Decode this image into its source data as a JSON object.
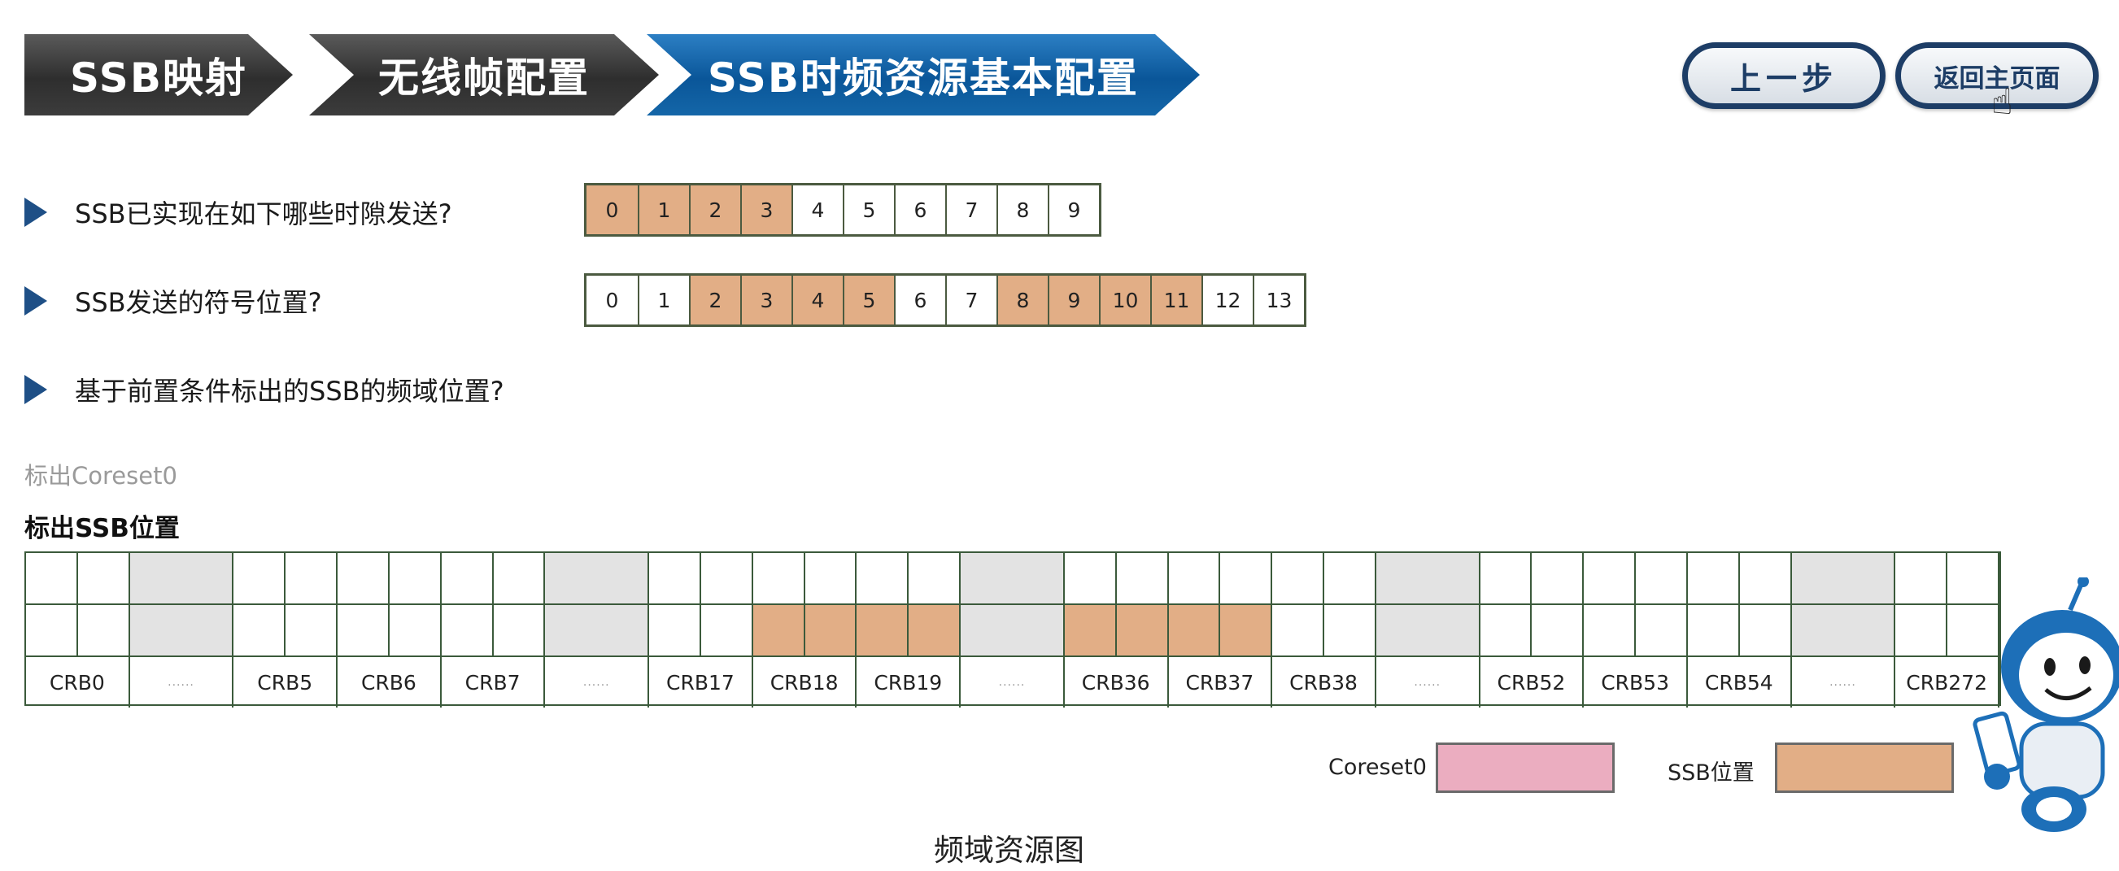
{
  "steps": [
    {
      "label": "SSB映射",
      "state": "done"
    },
    {
      "label": "无线帧配置",
      "state": "done"
    },
    {
      "label": "SSB时频资源基本配置",
      "state": "active"
    }
  ],
  "buttons": {
    "prev": "上一步",
    "home": "返回主页面"
  },
  "questions": {
    "q1": "SSB已实现在如下哪些时隙发送?",
    "q2": "SSB发送的符号位置?",
    "q3": "基于前置条件标出的SSB的频域位置?"
  },
  "slots": [
    {
      "label": "0",
      "selected": true
    },
    {
      "label": "1",
      "selected": true
    },
    {
      "label": "2",
      "selected": true
    },
    {
      "label": "3",
      "selected": true
    },
    {
      "label": "4",
      "selected": false
    },
    {
      "label": "5",
      "selected": false
    },
    {
      "label": "6",
      "selected": false
    },
    {
      "label": "7",
      "selected": false
    },
    {
      "label": "8",
      "selected": false
    },
    {
      "label": "9",
      "selected": false
    }
  ],
  "symbols": [
    {
      "label": "0",
      "selected": false
    },
    {
      "label": "1",
      "selected": false
    },
    {
      "label": "2",
      "selected": true
    },
    {
      "label": "3",
      "selected": true
    },
    {
      "label": "4",
      "selected": true
    },
    {
      "label": "5",
      "selected": true
    },
    {
      "label": "6",
      "selected": false
    },
    {
      "label": "7",
      "selected": false
    },
    {
      "label": "8",
      "selected": true
    },
    {
      "label": "9",
      "selected": true
    },
    {
      "label": "10",
      "selected": true
    },
    {
      "label": "11",
      "selected": true
    },
    {
      "label": "12",
      "selected": false
    },
    {
      "label": "13",
      "selected": false
    }
  ],
  "labels": {
    "coreset": "标出Coreset0",
    "ssb": "标出SSB位置"
  },
  "grid": {
    "blocks": [
      {
        "label": "CRB0",
        "type": "normal",
        "ssb": false
      },
      {
        "label": "......",
        "type": "gap",
        "ssb": false
      },
      {
        "label": "CRB5",
        "type": "normal",
        "ssb": false
      },
      {
        "label": "CRB6",
        "type": "normal",
        "ssb": false
      },
      {
        "label": "CRB7",
        "type": "normal",
        "ssb": false
      },
      {
        "label": "......",
        "type": "gap",
        "ssb": false
      },
      {
        "label": "CRB17",
        "type": "normal",
        "ssb": false
      },
      {
        "label": "CRB18",
        "type": "normal",
        "ssb": true
      },
      {
        "label": "CRB19",
        "type": "normal",
        "ssb": true
      },
      {
        "label": "......",
        "type": "gap",
        "ssb": false
      },
      {
        "label": "CRB36",
        "type": "normal",
        "ssb": true
      },
      {
        "label": "CRB37",
        "type": "normal",
        "ssb": true
      },
      {
        "label": "CRB38",
        "type": "normal",
        "ssb": false
      },
      {
        "label": "......",
        "type": "gap",
        "ssb": false
      },
      {
        "label": "CRB52",
        "type": "normal",
        "ssb": false
      },
      {
        "label": "CRB53",
        "type": "normal",
        "ssb": false
      },
      {
        "label": "CRB54",
        "type": "normal",
        "ssb": false
      },
      {
        "label": "......",
        "type": "gap",
        "ssb": false
      },
      {
        "label": "CRB272",
        "type": "normal",
        "ssb": false
      }
    ]
  },
  "legend": {
    "coreset": "Coreset0",
    "ssb": "SSB位置"
  },
  "colors": {
    "ssb": "#e2ae86",
    "coreset": "#ebadc0",
    "active_step": "#0a5699",
    "done_step": "#3a3a3a"
  },
  "caption": "频域资源图"
}
